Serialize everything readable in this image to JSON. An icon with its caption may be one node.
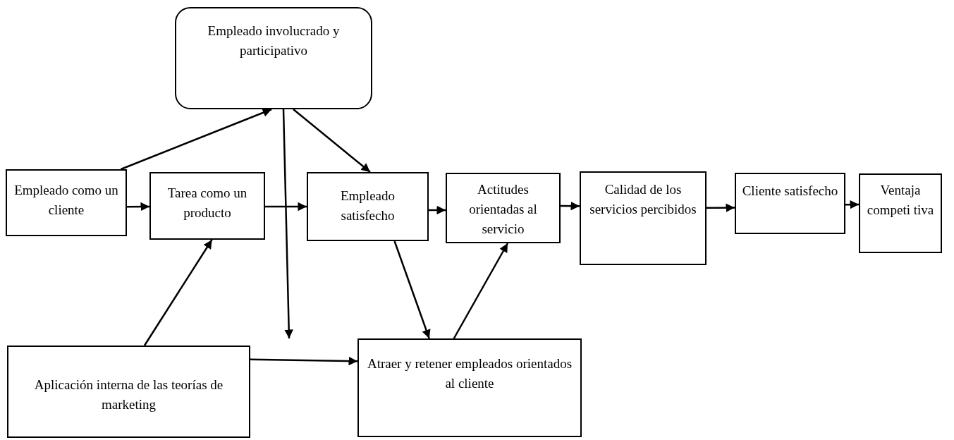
{
  "diagram": {
    "nodes": [
      {
        "text": [
          "Empleado involucrado y participativo"
        ]
      },
      {
        "text": [
          "Empleado como un cliente"
        ]
      },
      {
        "text": [
          "Tarea como un producto"
        ]
      },
      {
        "text": [
          "Empleado satisfecho"
        ]
      },
      {
        "text": [
          "Actitudes orientadas al servicio"
        ]
      },
      {
        "text": [
          "Calidad de los servicios percibidos"
        ]
      },
      {
        "text": [
          "Cliente satisfecho"
        ]
      },
      {
        "text": [
          "Ventaja competi tiva"
        ]
      },
      {
        "text": [
          "Aplicación interna de las teorías de marketing"
        ]
      },
      {
        "text": [
          "Atraer y retener empleados orientados al cliente"
        ]
      }
    ],
    "edges": [
      {
        "from": 1,
        "to": 2,
        "arrow": "to"
      },
      {
        "from": 2,
        "to": 3,
        "arrow": "to"
      },
      {
        "from": 3,
        "to": 4,
        "arrow": "to"
      },
      {
        "from": 4,
        "to": 5,
        "arrow": "to"
      },
      {
        "from": 5,
        "to": 6,
        "arrow": "to"
      },
      {
        "from": 6,
        "to": 7,
        "arrow": "to"
      },
      {
        "from": 1,
        "to": 0,
        "arrow": "to"
      },
      {
        "from": 0,
        "to": 3,
        "arrow": "to"
      },
      {
        "from": 0,
        "to": null,
        "arrow": "to"
      },
      {
        "from": 8,
        "to": 2,
        "arrow": "to"
      },
      {
        "from": 8,
        "to": 9,
        "arrow": "to"
      },
      {
        "from": 3,
        "to": 9,
        "arrow": "to"
      },
      {
        "from": 9,
        "to": 4,
        "arrow": "to"
      }
    ]
  }
}
